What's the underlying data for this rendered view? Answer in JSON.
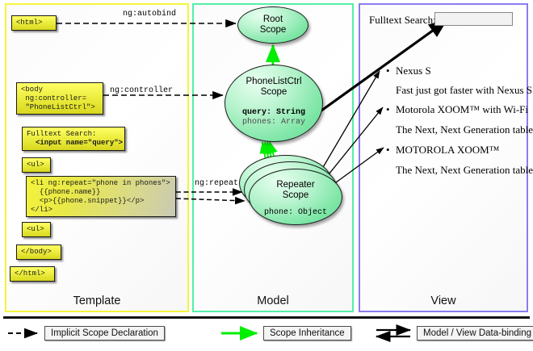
{
  "panels": {
    "template": {
      "label": "Template"
    },
    "model": {
      "label": "Model"
    },
    "view": {
      "label": "View"
    }
  },
  "template_column": {
    "boxes": [
      {
        "name": "html-open-tag",
        "text": "<html>"
      },
      {
        "name": "body-controller-tag",
        "text": "<body\n ng:controller=\n \"PhoneListCtrl\">"
      },
      {
        "name": "fulltext-search-input-markup",
        "line1": "Fulltext Search:",
        "line2": "<input name=\"query\">"
      },
      {
        "name": "ul-open-tag",
        "text": "<ul>"
      },
      {
        "name": "li-repeat-markup",
        "text": "<li ng:repeat=\"phone in phones\">\n  {{phone.name}}\n  <p>{{phone.snippet}}</p>\n</li>"
      },
      {
        "name": "ul-close-tag",
        "text": "<ul>"
      },
      {
        "name": "body-close-tag",
        "text": "</body>"
      },
      {
        "name": "html-close-tag",
        "text": "</html>"
      }
    ]
  },
  "connector_labels": {
    "autobind": "ng:autobind",
    "controller": "ng:controller",
    "repeat": "ng:repeat"
  },
  "model_column": {
    "scopes": [
      {
        "name": "root-scope",
        "title_line1": "Root",
        "title_line2": "Scope",
        "props": []
      },
      {
        "name": "phonelistctrl-scope",
        "title_line1": "PhoneListCtrl",
        "title_line2": "Scope",
        "props": [
          {
            "text": "query: String",
            "bold": true
          },
          {
            "text": "phones: Array",
            "bold": false
          }
        ]
      },
      {
        "name": "repeater-scope",
        "title_line1": "Repeater",
        "title_line2": "Scope",
        "props": [
          {
            "text": "phone: Object",
            "bold": false
          }
        ]
      }
    ]
  },
  "view_column": {
    "search_label": "Fulltext Search:",
    "search_value": "",
    "phones": [
      {
        "name": "Nexus S",
        "snippet": "Fast just got faster with Nexus S."
      },
      {
        "name": "Motorola XOOM™  with Wi-Fi",
        "snippet": "The Next, Next Generation tablet."
      },
      {
        "name": "MOTOROLA XOOM™",
        "snippet": "The Next, Next Generation tablet."
      }
    ]
  },
  "legend": {
    "items": [
      {
        "name": "implicit-scope-declaration",
        "label": "Implicit Scope Declaration",
        "style": "dashed-black-arrow"
      },
      {
        "name": "scope-inheritance",
        "label": "Scope Inheritance",
        "style": "solid-green-arrow"
      },
      {
        "name": "model-view-data-binding",
        "label": "Model / View Data-binding",
        "style": "double-black-arrow"
      }
    ]
  },
  "colors": {
    "template_border": "#f5f53d",
    "model_border": "#52f0a8",
    "view_border": "#8a7cf0",
    "code_box_fill": "#eaea3a",
    "scope_fill": "#7ee6a6",
    "inheritance_arrow": "#00ee00"
  }
}
